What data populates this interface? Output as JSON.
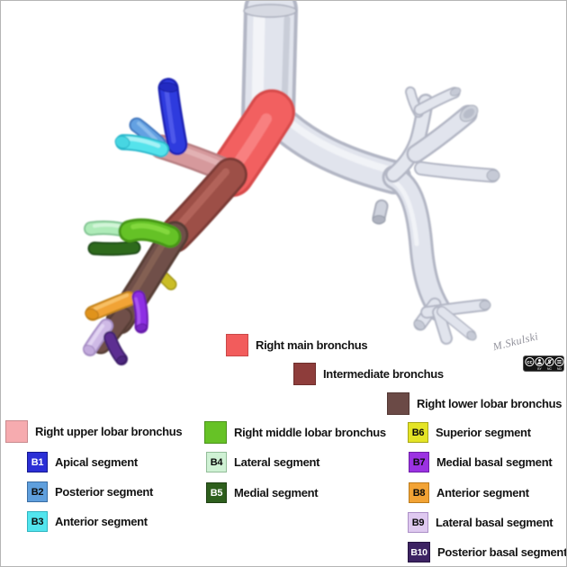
{
  "figure": {
    "signature": "M.Skulski",
    "license": {
      "cc": "cc",
      "by": "BY",
      "nc": "NC",
      "nd": "ND"
    }
  },
  "legend": {
    "rows": [
      {
        "label": "Right main bronchus",
        "color": "#f25c5c",
        "border": "#c94747"
      },
      {
        "label": "Intermediate bronchus",
        "color": "#8e3d3b",
        "border": "#6e2e2c"
      },
      {
        "label": "Right lower lobar bronchus",
        "color": "#6b4a46",
        "border": "#533834"
      }
    ],
    "upper_lobe": {
      "header": {
        "label": "Right upper lobar bronchus",
        "color": "#f6abaf",
        "border": "#c88a8e"
      },
      "items": [
        {
          "code": "B1",
          "label": "Apical segment",
          "color": "#2b2fd6",
          "text": "#ffffff",
          "border": "#14188f"
        },
        {
          "code": "B2",
          "label": "Posterior segment",
          "color": "#5f9fdd",
          "text": "#0a0a0a",
          "border": "#3a6da3"
        },
        {
          "code": "B3",
          "label": "Anterior segment",
          "color": "#52e5ee",
          "text": "#0a0a0a",
          "border": "#2fb5c0"
        }
      ]
    },
    "middle_lobe": {
      "header": {
        "label": "Right middle lobar bronchus",
        "color": "#66c226",
        "border": "#4a921a"
      },
      "items": [
        {
          "code": "B4",
          "label": "Lateral segment",
          "color": "#cff1d4",
          "text": "#0a0a0a",
          "border": "#93bd99"
        },
        {
          "code": "B5",
          "label": "Medial segment",
          "color": "#2e5f1d",
          "text": "#ffffff",
          "border": "#1d3f12"
        }
      ]
    },
    "lower_lobe": {
      "items": [
        {
          "code": "B6",
          "label": "Superior segment",
          "color": "#e4e426",
          "text": "#0a0a0a",
          "border": "#a8a816"
        },
        {
          "code": "B7",
          "label": "Medial basal segment",
          "color": "#9b32e2",
          "text": "#0a0a0a",
          "border": "#6d1ca6"
        },
        {
          "code": "B8",
          "label": "Anterior segment",
          "color": "#f2a335",
          "text": "#0a0a0a",
          "border": "#bb7a1b"
        },
        {
          "code": "B9",
          "label": "Lateral basal segment",
          "color": "#dfc9f0",
          "text": "#0a0a0a",
          "border": "#ab8fc6"
        },
        {
          "code": "B10",
          "label": "Posterior basal segment",
          "color": "#3d2363",
          "text": "#ffffff",
          "border": "#241240"
        }
      ]
    }
  },
  "tree_colors": {
    "trachea_and_left_bronchus": "#e1e4ed",
    "right_main_bronchus": "#f26060",
    "right_upper_lobar": "#d6999c",
    "b1_apical": "#2e3ade",
    "b2_posterior": "#63a1e2",
    "b3_anterior": "#55e3ec",
    "intermediate_bronchus": "#9d4f47",
    "right_middle_lobar": "#65c228",
    "b4_lateral": "#aeebb8",
    "b5_medial": "#2f6b1e",
    "right_lower_lobar": "#705048",
    "b6_superior": "#cabd26",
    "b7_medial_basal": "#8e2ee4",
    "b8_anterior": "#f1a336",
    "b9_lateral_basal": "#cfbae6",
    "b10_posterior_basal": "#5d2e92"
  }
}
